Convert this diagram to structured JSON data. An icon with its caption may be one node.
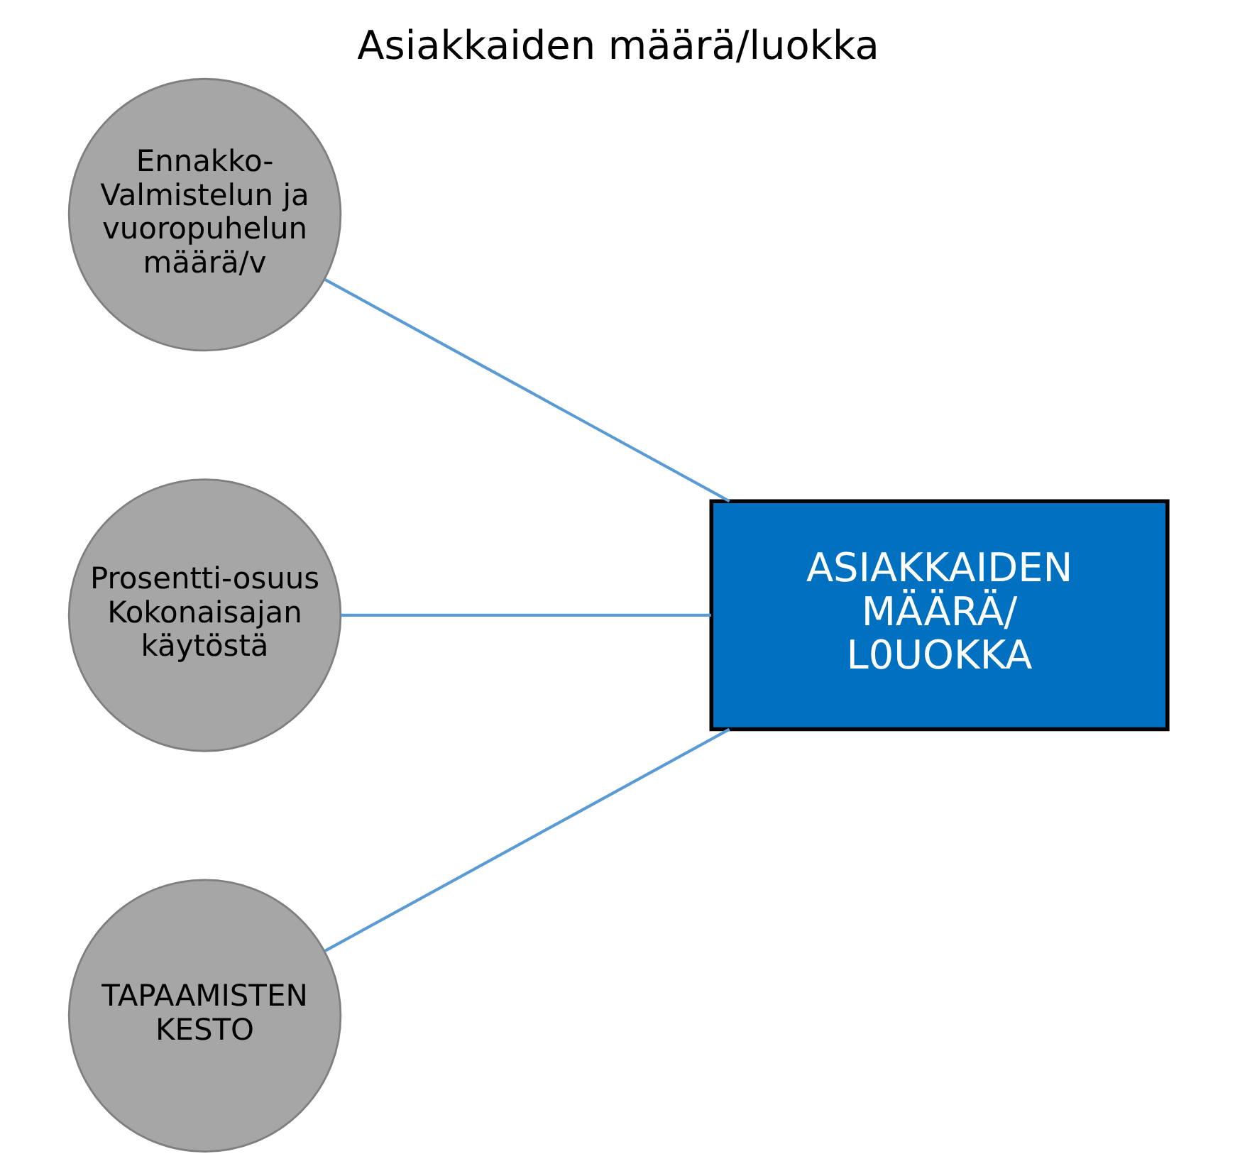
{
  "diagram": {
    "title": "Asiakkaiden määrä/luokka",
    "nodes": [
      {
        "text": [
          "Ennakko- Valmistelun ja vuoropuhelun määrä/v"
        ]
      },
      {
        "text": [
          "Prosentti-osuus Kokonaisajan käytöstä"
        ]
      },
      {
        "text": [
          "TAPAAMISTEN KESTO"
        ]
      },
      {
        "text": [
          "ASIAKKAIDEN MÄÄRÄ/ L0UOKKA"
        ]
      }
    ],
    "edges": [
      {
        "from": 0,
        "to": 3,
        "arrow": "none"
      },
      {
        "from": 1,
        "to": 3,
        "arrow": "none"
      },
      {
        "from": 2,
        "to": 3,
        "arrow": "none"
      }
    ]
  }
}
